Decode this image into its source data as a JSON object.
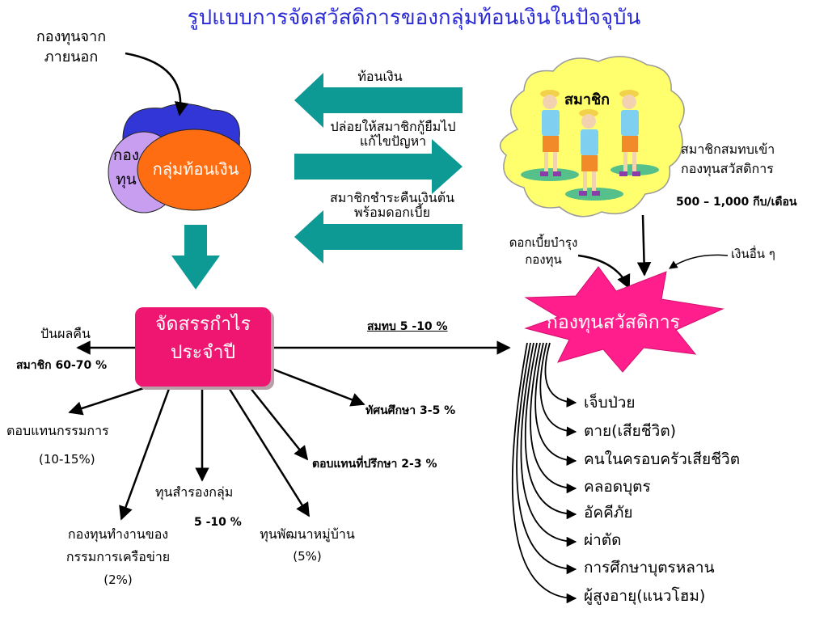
{
  "title": "รูปแบบการจัดสวัสดิการของกลุ่มท้อนเงินในปัจจุบัน",
  "external_fund": [
    "กองทุนจาก",
    "ภายนอก"
  ],
  "group_circles": {
    "fund_label": [
      "กอง",
      "ทุน"
    ],
    "group_label": "กลุ่มท้อนเงิน"
  },
  "flows": {
    "savings": "ท้อนเงิน",
    "loan": [
      "ปล่อยให้สมาชิกกู้ยืมไป",
      "แก้ไขปัญหา"
    ],
    "repay": [
      "สมาชิกชำระคืนเงินต้น",
      "พร้อมดอกเบี้ย"
    ]
  },
  "members": {
    "label": "สมาชิก",
    "contribute": [
      "สมาชิกสมทบเข้า",
      "กองทุนสวัสดิการ"
    ],
    "amount": "500 – 1,000 กีบ/เดือน"
  },
  "interest_fund": [
    "ดอกเบี้ยบำรุง",
    "กองทุน"
  ],
  "other_money": "เงินอื่น ๆ",
  "welfare_fund": "กองทุนสวัสดิการ",
  "profit_box": [
    "จัดสรรกำไร",
    "ประจำปี"
  ],
  "contribution_pct": "สมทบ 5 -10 %",
  "dividend": {
    "label": "ปันผลคืน",
    "pct": "สมาชิก 60-70 %"
  },
  "committee": {
    "label": "ตอบแทนกรรมการ",
    "pct": "(10-15%)"
  },
  "network_fund": {
    "label": [
      "กองทุนทำงานของ",
      "กรรมการเครือข่าย"
    ],
    "pct": "(2%)"
  },
  "reserve": {
    "label": "ทุนสำรองกลุ่ม",
    "pct": "5 -10 %"
  },
  "village_dev": {
    "label": "ทุนพัฒนาหมู่บ้าน",
    "pct": "(5%)"
  },
  "study_trip": "ทัศนศึกษา 3-5 %",
  "advisor": "ตอบแทนที่ปรึกษา  2-3 %",
  "benefits": [
    "เจ็บป่วย",
    "ตาย(เสียชีวิต)",
    "คนในครอบครัวเสียชีวิต",
    "คลอดบุตร",
    "อัคคีภัย",
    "ผ่าตัด",
    "การศึกษาบุตรหลาน",
    "ผู้สูงอายุ(แนวโฮม)"
  ],
  "colors": {
    "title": "#2a2ad6",
    "teal": "#0e9a94",
    "blue_circle": "#3236d6",
    "lavender_circle": "#c89ef0",
    "orange_circle": "#ff6d12",
    "pink_box": "#ef1672",
    "star": "#ff1e8c",
    "cloud": "#ffff6e"
  }
}
